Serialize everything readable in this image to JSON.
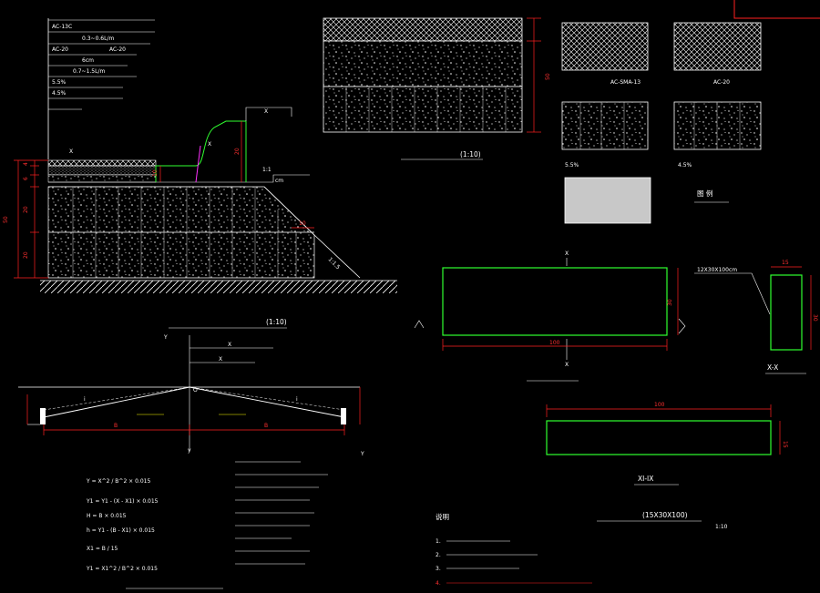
{
  "colors": {
    "background": "#000000",
    "line_white": "#ffffff",
    "dimension_red": "#ff2020",
    "green": "#30ff30",
    "magenta": "#ff30ff",
    "frame_red": "#ff0000"
  },
  "drawings": {
    "pavement_structure": {
      "layers": [
        "AC-13C",
        "AC-20",
        "0.3~0.6L/m",
        "AC-20",
        "6cm",
        "0.7~1.5L/m",
        "5.5%",
        "4.5%"
      ],
      "dim_total": "50",
      "dim_left": [
        "4",
        "6",
        "20",
        "20"
      ],
      "dim_curb": [
        "10",
        "20"
      ],
      "dim_bottom": "10",
      "dim_right": "1:1.5",
      "cm_note": "cm",
      "labels": [
        "1:1.5",
        "10"
      ]
    },
    "section_title": {
      "scale": "(1:10)"
    },
    "pattern_block": {
      "dim": "50",
      "scale": "(1:10)"
    },
    "legend": {
      "item1": "AC-SMA-13",
      "item2": "AC-20",
      "item3": "5.5%",
      "item4": "4.5%",
      "title_spaced": "图  例"
    },
    "curb_front": {
      "x_mark": "X",
      "dim_w": "100",
      "dim_h": "30",
      "spec": "12X30X100cm"
    },
    "curb_side": {
      "dim_w": "15",
      "dim_h": "30",
      "caption": "X-X"
    },
    "curb_bottom": {
      "dim_w": "100",
      "dim_h": "15",
      "caption": "XI-IX",
      "title": "(15X30X100)",
      "scale": "1:10"
    },
    "road_section": {
      "scale": "(1:10)",
      "labels": [
        "Y",
        "X",
        "X",
        "Y",
        "O",
        "B",
        "B",
        "i",
        "i",
        "y"
      ]
    },
    "formulas": [
      "Y = X^2 / B^2 × 0.015",
      "Y1 = Y1 - (X - X1) × 0.015",
      "H = B × 0.015",
      "h = Y1 - (B - X1) × 0.015",
      "X1 = B / 15",
      "Y1 = X1^2 / B^2 × 0.015"
    ],
    "notes": {
      "title": "说明",
      "items": [
        "1.",
        "2.",
        "3.",
        "4."
      ]
    }
  }
}
